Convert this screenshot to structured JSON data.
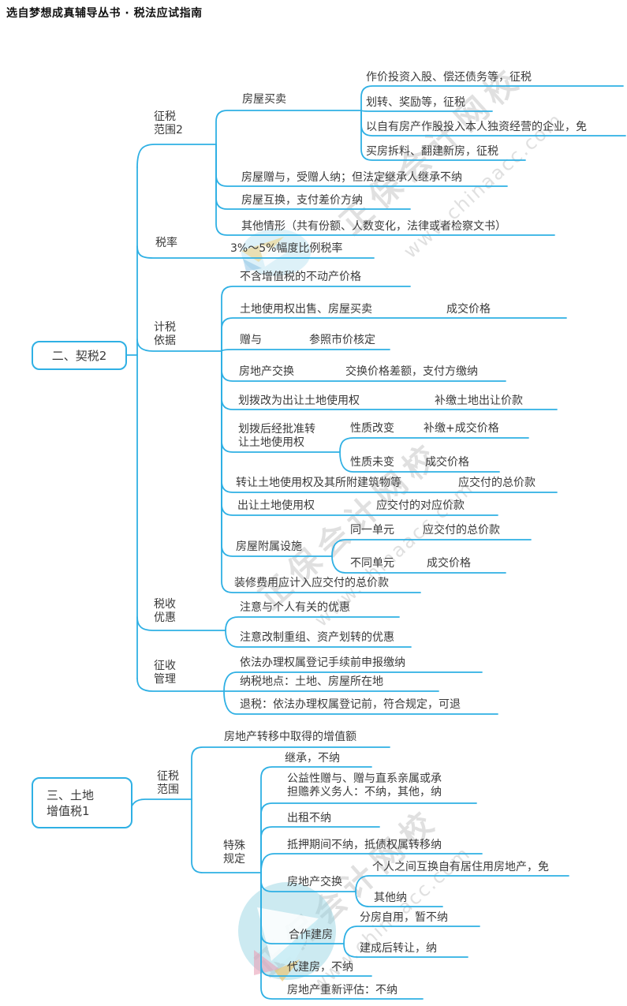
{
  "header": {
    "title": "选自梦想成真辅导丛书 · 税法应试指南"
  },
  "watermark": {
    "brand_text": "正保会计网校",
    "site_text": "www.chinaacc.com",
    "logo_name": "paper-plane-logo"
  },
  "colors": {
    "line": "#2fb0e4",
    "text": "#3a3a3a",
    "watermark": "#c3c3c3",
    "background": "#ffffff"
  },
  "nodes": {
    "rootA": "二、契税2",
    "a1": "征税\n范围2",
    "a1_fwmm": "房屋买卖",
    "a1_r1": "作价投资入股、偿还债务等，征税",
    "a1_r2": "划转、奖励等，征税",
    "a1_r3": "以自有房产作股投入本人独资经营的企业，免",
    "a1_r4": "买房拆料、翻建新房，征税",
    "a1_r5": "房屋赠与，受赠人纳；但法定继承人继承不纳",
    "a1_r6": "房屋互换，支付差价方纳",
    "a1_r7": "其他情形（共有份额、人数变化，法律或者检察文书）",
    "a2": "税率",
    "a2_r1": "3%～5%幅度比例税率",
    "a3": "计税\n依据",
    "a3_c1": "不含增值税的不动产价格",
    "a3_c2a": "土地使用权出售、房屋买卖",
    "a3_c2b": "成交价格",
    "a3_c3a": "赠与",
    "a3_c3b": "参照市价核定",
    "a3_c4a": "房地产交换",
    "a3_c4b": "交换价格差额，支付方缴纳",
    "a3_c5a": "划拨改为出让土地使用权",
    "a3_c5b": "补缴土地出让价款",
    "a3_c6": "划拨后经批准转\n让土地使用权",
    "a3_c6aa": "性质改变",
    "a3_c6ab": "补缴+成交价格",
    "a3_c6ba": "性质未变",
    "a3_c6bb": "成交价格",
    "a3_c7a": "转让土地使用权及其所附建筑物等",
    "a3_c7b": "应交付的总价款",
    "a3_c8a": "出让土地使用权",
    "a3_c8b": "应交付的对应价款",
    "a3_c9": "房屋附属设施",
    "a3_c9aa": "同一单元",
    "a3_c9ab": "应交付的总价款",
    "a3_c9ba": "不同单元",
    "a3_c9bb": "成交价格",
    "a3_c10": "装修费用应计入应交付的总价款",
    "a4": "税收\n优惠",
    "a4_r1": "注意与个人有关的优惠",
    "a4_r2": "注意改制重组、资产划转的优惠",
    "a5": "征收\n管理",
    "a5_r1": "依法办理权属登记手续前申报缴纳",
    "a5_r2": "纳税地点：土地、房屋所在地",
    "a5_r3": "退税：依法办理权属登记前，符合规定，可退",
    "rootB": "三、土地\n增值税1",
    "b1": "征税\n范围",
    "b1_r1": "房地产转移中取得的增值额",
    "b2": "特殊\n规定",
    "b2_r1": "继承，不纳",
    "b2_r2": "公益性赠与、赠与直系亲属或承\n担赡养义务人：不纳，其他，纳",
    "b2_r3": "出租不纳",
    "b2_r4": "抵押期间不纳，抵债权属转移纳",
    "b2_r5": "房地产交换",
    "b2_r5a": "个人之间互换自有居住用房地产，免",
    "b2_r5b": "其他纳",
    "b2_r6": "合作建房",
    "b2_r6a": "分房自用，暂不纳",
    "b2_r6b": "建成后转让，纳",
    "b2_r7": "代建房，不纳",
    "b2_r8": "房地产重新评估：不纳"
  }
}
